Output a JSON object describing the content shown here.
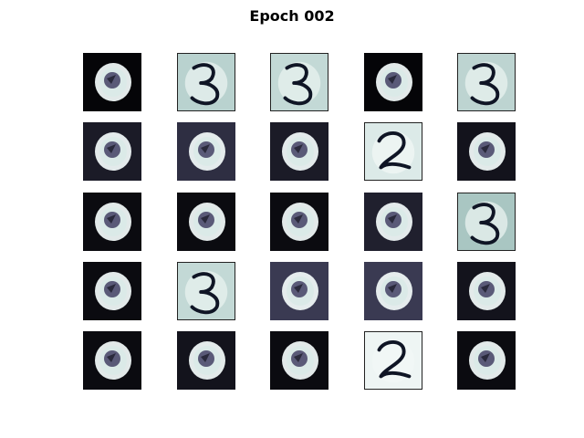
{
  "figure": {
    "title": "Epoch 002"
  },
  "grid": {
    "rows": 5,
    "cols": 5,
    "cells": [
      {
        "glyph": "blob",
        "bg": "#050508"
      },
      {
        "glyph": "3",
        "bg": "#b9d2cf"
      },
      {
        "glyph": "3",
        "bg": "#c3d9d6"
      },
      {
        "glyph": "blob",
        "bg": "#050508"
      },
      {
        "glyph": "3",
        "bg": "#bdd4d1"
      },
      {
        "glyph": "blob",
        "bg": "#1b1b27"
      },
      {
        "glyph": "blob",
        "bg": "#2e2e42"
      },
      {
        "glyph": "blob",
        "bg": "#1b1b27"
      },
      {
        "glyph": "2",
        "bg": "#dceae8"
      },
      {
        "glyph": "blob",
        "bg": "#13131c"
      },
      {
        "glyph": "blob",
        "bg": "#0b0b10"
      },
      {
        "glyph": "blob",
        "bg": "#0b0b10"
      },
      {
        "glyph": "blob",
        "bg": "#0b0b10"
      },
      {
        "glyph": "blob",
        "bg": "#20202e"
      },
      {
        "glyph": "3",
        "bg": "#a9c6c2"
      },
      {
        "glyph": "blob",
        "bg": "#0b0b10"
      },
      {
        "glyph": "3",
        "bg": "#c3d9d6"
      },
      {
        "glyph": "blob",
        "bg": "#3a3a52"
      },
      {
        "glyph": "blob",
        "bg": "#3a3a52"
      },
      {
        "glyph": "blob",
        "bg": "#13131c"
      },
      {
        "glyph": "blob",
        "bg": "#0b0b10"
      },
      {
        "glyph": "blob",
        "bg": "#13131c"
      },
      {
        "glyph": "blob",
        "bg": "#0b0b10"
      },
      {
        "glyph": "2",
        "bg": "#eef5f4"
      },
      {
        "glyph": "blob",
        "bg": "#0b0b10"
      }
    ]
  }
}
